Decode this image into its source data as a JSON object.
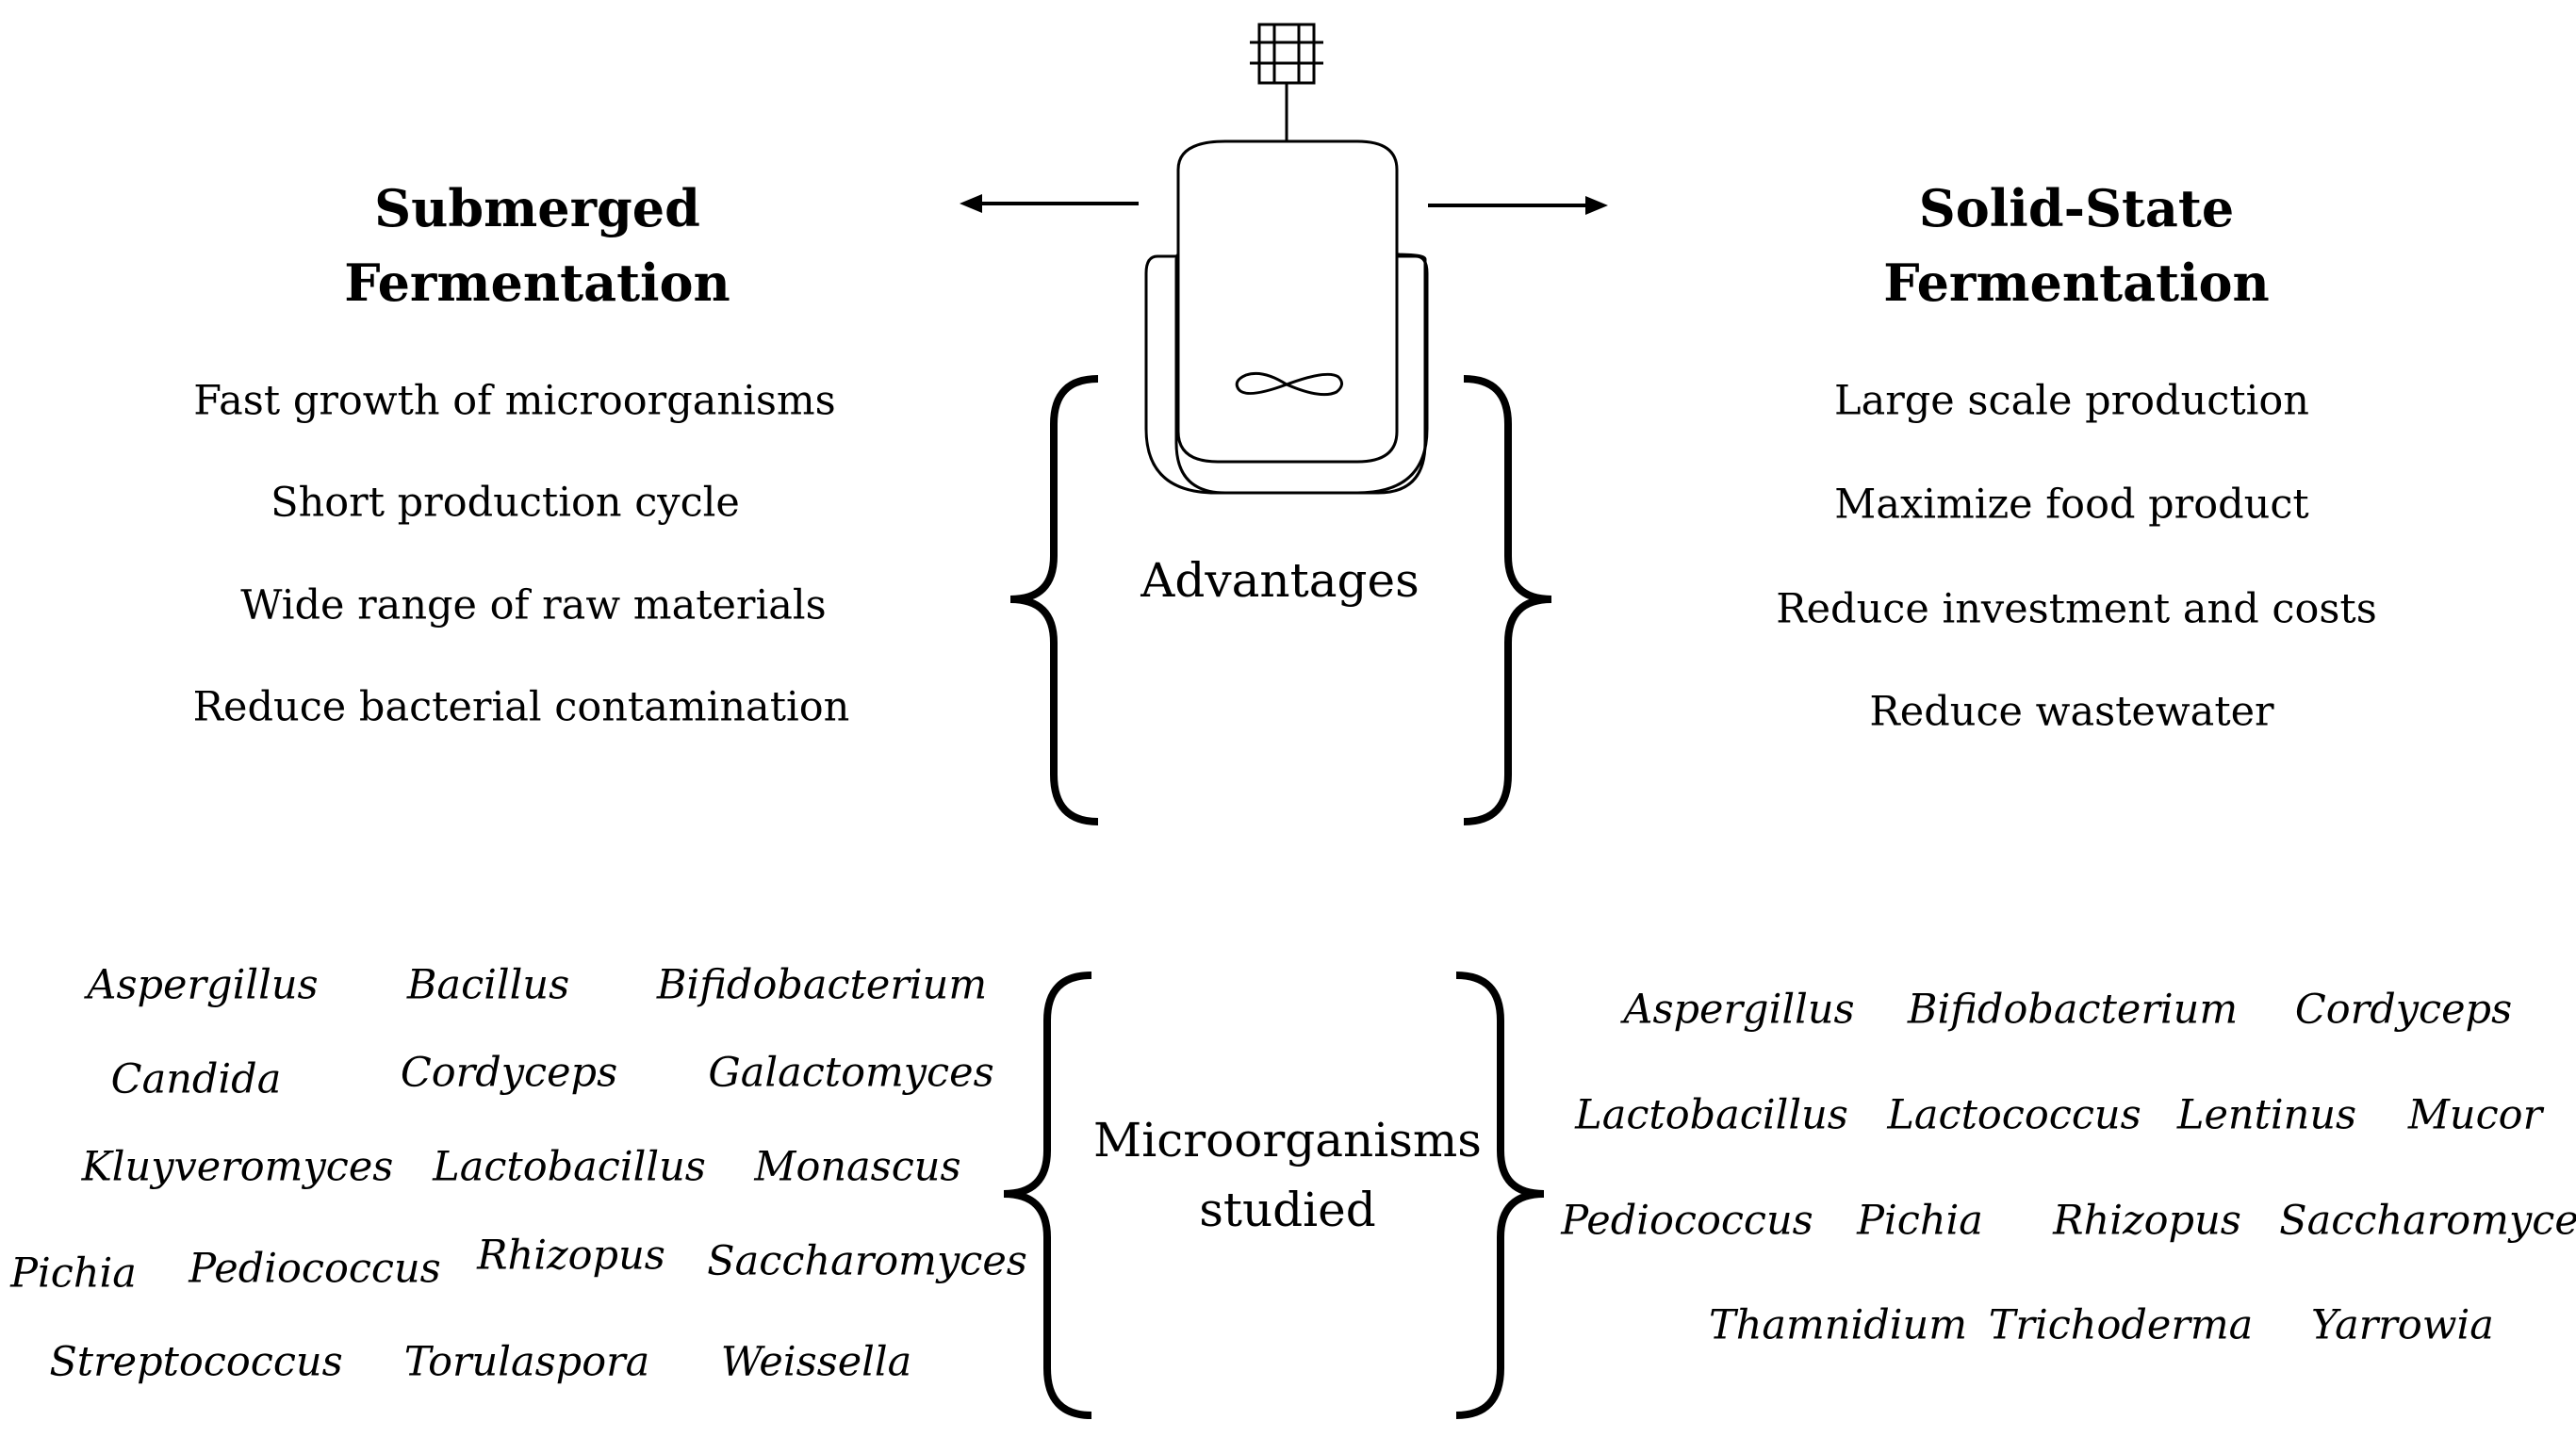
{
  "headings": {
    "left_line1": "Submerged",
    "left_line2": "Fermentation",
    "right_line1": "Solid-State",
    "right_line2": "Fermentation"
  },
  "center": {
    "advantages": "Advantages",
    "micro_line1": "Microorganisms",
    "micro_line2": "studied"
  },
  "submerged_advantages": [
    "Fast growth of microorganisms",
    "Short production cycle",
    "Wide range of raw materials",
    "Reduce bacterial contamination"
  ],
  "solid_state_advantages": [
    "Large scale production",
    "Maximize food product",
    "Reduce investment and costs",
    "Reduce wastewater"
  ],
  "submerged_microorganisms": [
    "Aspergillus",
    "Bacillus",
    "Bifidobacterium",
    "Candida",
    "Cordyceps",
    "Galactomyces",
    "Kluyveromyces",
    "Lactobacillus",
    "Monascus",
    "Pichia",
    "Pediococcus",
    "Rhizopus",
    "Saccharomyces",
    "Streptococcus",
    "Torulaspora",
    "Weissella"
  ],
  "solid_state_microorganisms": [
    "Aspergillus",
    "Bifidobacterium",
    "Cordyceps",
    "Lactobacillus",
    "Lactococcus",
    "Lentinus",
    "Mucor",
    "Pediococcus",
    "Pichia",
    "Rhizopus",
    "Saccharomyces",
    "Thamnidium",
    "Trichoderma",
    "Yarrowia"
  ]
}
